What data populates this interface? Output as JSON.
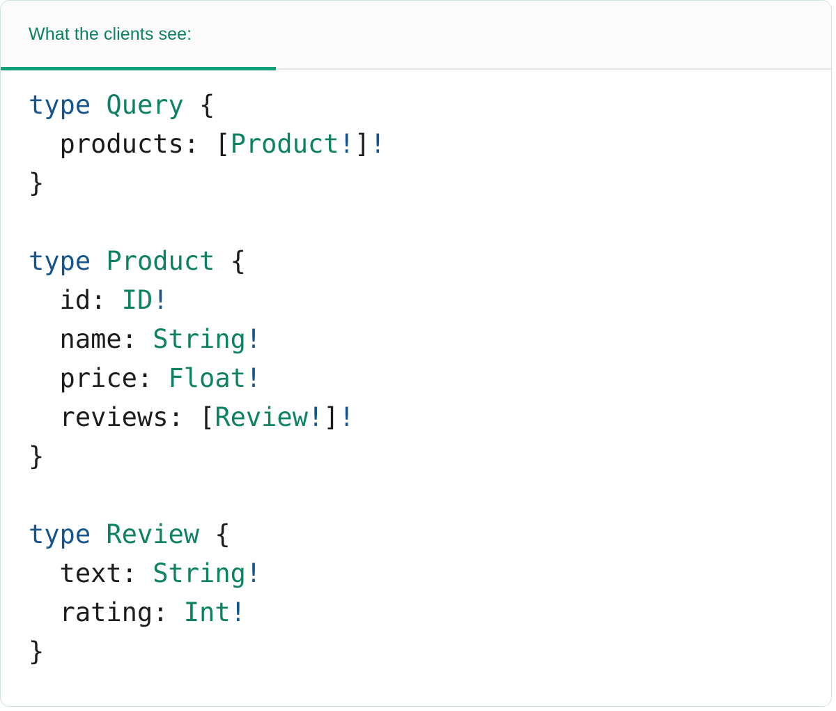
{
  "card": {
    "accent_color": "#12a07a",
    "border_color": "#cfe3d8",
    "header_background": "#fbfbfb",
    "body_background": "#ffffff"
  },
  "header": {
    "tabs": [
      {
        "label": "What the clients see:",
        "active": true,
        "color": "#0d8060"
      }
    ]
  },
  "code": {
    "language": "graphql",
    "colors": {
      "keyword": "#15558d",
      "type_name": "#0e8163",
      "non_null_bang": "#15558d",
      "punctuation": "#1c1c1c",
      "field_name": "#1c1c1c"
    },
    "lines": [
      {
        "id": "l1",
        "tokens": [
          {
            "t": "kw",
            "v": "type"
          },
          {
            "t": "pun",
            "v": " "
          },
          {
            "t": "type",
            "v": "Query"
          },
          {
            "t": "pun",
            "v": " {"
          }
        ]
      },
      {
        "id": "l2",
        "tokens": [
          {
            "t": "fld",
            "v": "  products:"
          },
          {
            "t": "pun",
            "v": " ["
          },
          {
            "t": "type",
            "v": "Product"
          },
          {
            "t": "bang",
            "v": "!"
          },
          {
            "t": "pun",
            "v": "]"
          },
          {
            "t": "bang",
            "v": "!"
          }
        ]
      },
      {
        "id": "l3",
        "tokens": [
          {
            "t": "pun",
            "v": "}"
          }
        ]
      },
      {
        "id": "l4",
        "tokens": [
          {
            "t": "pun",
            "v": ""
          }
        ]
      },
      {
        "id": "l5",
        "tokens": [
          {
            "t": "kw",
            "v": "type"
          },
          {
            "t": "pun",
            "v": " "
          },
          {
            "t": "type",
            "v": "Product"
          },
          {
            "t": "pun",
            "v": " {"
          }
        ]
      },
      {
        "id": "l6",
        "tokens": [
          {
            "t": "fld",
            "v": "  id:"
          },
          {
            "t": "pun",
            "v": " "
          },
          {
            "t": "type",
            "v": "ID"
          },
          {
            "t": "bang",
            "v": "!"
          }
        ]
      },
      {
        "id": "l7",
        "tokens": [
          {
            "t": "fld",
            "v": "  name:"
          },
          {
            "t": "pun",
            "v": " "
          },
          {
            "t": "type",
            "v": "String"
          },
          {
            "t": "bang",
            "v": "!"
          }
        ]
      },
      {
        "id": "l8",
        "tokens": [
          {
            "t": "fld",
            "v": "  price:"
          },
          {
            "t": "pun",
            "v": " "
          },
          {
            "t": "type",
            "v": "Float"
          },
          {
            "t": "bang",
            "v": "!"
          }
        ]
      },
      {
        "id": "l9",
        "tokens": [
          {
            "t": "fld",
            "v": "  reviews:"
          },
          {
            "t": "pun",
            "v": " ["
          },
          {
            "t": "type",
            "v": "Review"
          },
          {
            "t": "bang",
            "v": "!"
          },
          {
            "t": "pun",
            "v": "]"
          },
          {
            "t": "bang",
            "v": "!"
          }
        ]
      },
      {
        "id": "l10",
        "tokens": [
          {
            "t": "pun",
            "v": "}"
          }
        ]
      },
      {
        "id": "l11",
        "tokens": [
          {
            "t": "pun",
            "v": ""
          }
        ]
      },
      {
        "id": "l12",
        "tokens": [
          {
            "t": "kw",
            "v": "type"
          },
          {
            "t": "pun",
            "v": " "
          },
          {
            "t": "type",
            "v": "Review"
          },
          {
            "t": "pun",
            "v": " {"
          }
        ]
      },
      {
        "id": "l13",
        "tokens": [
          {
            "t": "fld",
            "v": "  text:"
          },
          {
            "t": "pun",
            "v": " "
          },
          {
            "t": "type",
            "v": "String"
          },
          {
            "t": "bang",
            "v": "!"
          }
        ]
      },
      {
        "id": "l14",
        "tokens": [
          {
            "t": "fld",
            "v": "  rating:"
          },
          {
            "t": "pun",
            "v": " "
          },
          {
            "t": "type",
            "v": "Int"
          },
          {
            "t": "bang",
            "v": "!"
          }
        ]
      },
      {
        "id": "l15",
        "tokens": [
          {
            "t": "pun",
            "v": "}"
          }
        ]
      }
    ]
  }
}
